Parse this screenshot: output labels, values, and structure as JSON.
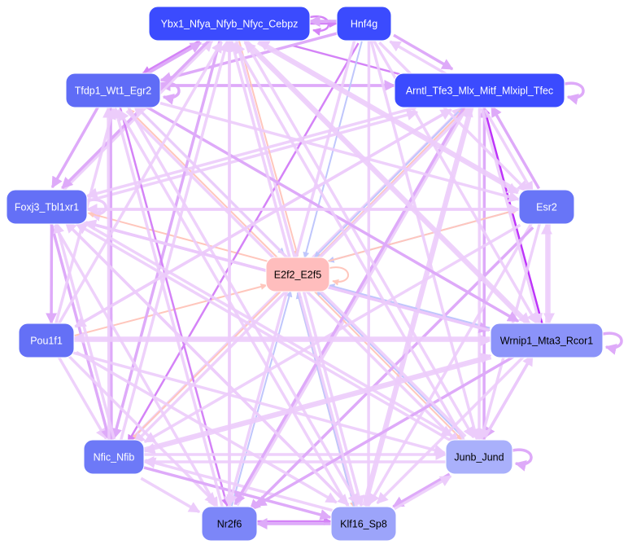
{
  "colors": {
    "l": "#ecccfb",
    "m": "#deaaf9",
    "s": "#d483f7",
    "x": "#bd33fa",
    "p": "#ffc6bc",
    "b": "#bfc6fc"
  },
  "nodes": [
    {
      "id": "ybx1",
      "label": "Ybx1_Nfya_Nfyb_Nfyc_Cebpz",
      "fill": "#3b4bfe",
      "text": "#ffffff"
    },
    {
      "id": "hnf4g",
      "label": "Hnf4g",
      "fill": "#3b4bfe",
      "text": "#ffffff"
    },
    {
      "id": "tfdp1",
      "label": "Tfdp1_Wt1_Egr2",
      "fill": "#5f6cf6",
      "text": "#ffffff"
    },
    {
      "id": "arntl",
      "label": "Arntl_Tfe3_Mlx_Mitf_Mlxipl_Tfec",
      "fill": "#3b4bfe",
      "text": "#ffffff"
    },
    {
      "id": "foxj3",
      "label": "Foxj3_Tbl1xr1",
      "fill": "#6470f6",
      "text": "#ffffff"
    },
    {
      "id": "esr2",
      "label": "Esr2",
      "fill": "#6875f7",
      "text": "#ffffff"
    },
    {
      "id": "e2f2",
      "label": "E2f2_E2f5",
      "fill": "#ffbdbd",
      "text": "#000000"
    },
    {
      "id": "pou1f1",
      "label": "Pou1f1",
      "fill": "#6470f6",
      "text": "#ffffff"
    },
    {
      "id": "wrnip1",
      "label": "Wrnip1_Mta3_Rcor1",
      "fill": "#8b93f9",
      "text": "#000000"
    },
    {
      "id": "nfic",
      "label": "Nfic_Nfib",
      "fill": "#6d79f7",
      "text": "#ffffff"
    },
    {
      "id": "junb",
      "label": "Junb_Jund",
      "fill": "#a9b0fb",
      "text": "#000000"
    },
    {
      "id": "nr2f6",
      "label": "Nr2f6",
      "fill": "#7c86f8",
      "text": "#000000"
    },
    {
      "id": "klf16",
      "label": "Klf16_Sp8",
      "fill": "#9ca4fa",
      "text": "#000000"
    }
  ],
  "edges": [
    [
      "ybx1",
      "ybx1",
      "s"
    ],
    [
      "tfdp1",
      "tfdp1",
      "m"
    ],
    [
      "arntl",
      "arntl",
      "m"
    ],
    [
      "foxj3",
      "foxj3",
      "l"
    ],
    [
      "e2f2",
      "e2f2",
      "p"
    ],
    [
      "wrnip1",
      "wrnip1",
      "m"
    ],
    [
      "junb",
      "junb",
      "m"
    ],
    [
      "ybx1",
      "hnf4g",
      "s"
    ],
    [
      "hnf4g",
      "ybx1",
      "m"
    ],
    [
      "ybx1",
      "arntl",
      "s"
    ],
    [
      "hnf4g",
      "arntl",
      "m"
    ],
    [
      "arntl",
      "hnf4g",
      "l"
    ],
    [
      "ybx1",
      "tfdp1",
      "s"
    ],
    [
      "tfdp1",
      "ybx1",
      "m"
    ],
    [
      "arntl",
      "tfdp1",
      "m"
    ],
    [
      "tfdp1",
      "arntl",
      "m"
    ],
    [
      "hnf4g",
      "tfdp1",
      "m"
    ],
    [
      "wrnip1",
      "arntl",
      "x"
    ],
    [
      "esr2",
      "arntl",
      "m"
    ],
    [
      "junb",
      "arntl",
      "m"
    ],
    [
      "klf16",
      "arntl",
      "l"
    ],
    [
      "nr2f6",
      "arntl",
      "l"
    ],
    [
      "nfic",
      "arntl",
      "l"
    ],
    [
      "pou1f1",
      "arntl",
      "l"
    ],
    [
      "foxj3",
      "arntl",
      "l"
    ],
    [
      "ybx1",
      "e2f2",
      "p"
    ],
    [
      "hnf4g",
      "e2f2",
      "b"
    ],
    [
      "arntl",
      "e2f2",
      "b"
    ],
    [
      "e2f2",
      "arntl",
      "p"
    ],
    [
      "esr2",
      "e2f2",
      "b"
    ],
    [
      "e2f2",
      "esr2",
      "p"
    ],
    [
      "wrnip1",
      "e2f2",
      "b"
    ],
    [
      "e2f2",
      "junb",
      "p"
    ],
    [
      "junb",
      "e2f2",
      "b"
    ],
    [
      "e2f2",
      "klf16",
      "p"
    ],
    [
      "klf16",
      "e2f2",
      "b"
    ],
    [
      "nr2f6",
      "e2f2",
      "b"
    ],
    [
      "e2f2",
      "nfic",
      "p"
    ],
    [
      "pou1f1",
      "e2f2",
      "p"
    ],
    [
      "e2f2",
      "foxj3",
      "p"
    ],
    [
      "tfdp1",
      "e2f2",
      "b"
    ],
    [
      "e2f2",
      "tfdp1",
      "p"
    ],
    [
      "foxj3",
      "ybx1",
      "l"
    ],
    [
      "ybx1",
      "foxj3",
      "m"
    ],
    [
      "tfdp1",
      "foxj3",
      "m"
    ],
    [
      "foxj3",
      "pou1f1",
      "m"
    ],
    [
      "pou1f1",
      "nfic",
      "l"
    ],
    [
      "foxj3",
      "nfic",
      "m"
    ],
    [
      "tfdp1",
      "nfic",
      "m"
    ],
    [
      "ybx1",
      "nfic",
      "m"
    ],
    [
      "hnf4g",
      "nfic",
      "s"
    ],
    [
      "tfdp1",
      "nr2f6",
      "s"
    ],
    [
      "ybx1",
      "nr2f6",
      "l"
    ],
    [
      "foxj3",
      "nr2f6",
      "l"
    ],
    [
      "nfic",
      "nr2f6",
      "l"
    ],
    [
      "pou1f1",
      "nr2f6",
      "l"
    ],
    [
      "nr2f6",
      "klf16",
      "s"
    ],
    [
      "klf16",
      "nr2f6",
      "m"
    ],
    [
      "nfic",
      "klf16",
      "m"
    ],
    [
      "klf16",
      "nfic",
      "l"
    ],
    [
      "junb",
      "nfic",
      "l"
    ],
    [
      "nfic",
      "junb",
      "l"
    ],
    [
      "junb",
      "klf16",
      "m"
    ],
    [
      "klf16",
      "junb",
      "l"
    ],
    [
      "wrnip1",
      "junb",
      "m"
    ],
    [
      "junb",
      "wrnip1",
      "l"
    ],
    [
      "esr2",
      "wrnip1",
      "l"
    ],
    [
      "wrnip1",
      "esr2",
      "l"
    ],
    [
      "esr2",
      "junb",
      "l"
    ],
    [
      "esr2",
      "klf16",
      "l"
    ],
    [
      "esr2",
      "nr2f6",
      "m"
    ],
    [
      "esr2",
      "nfic",
      "l"
    ],
    [
      "arntl",
      "junb",
      "l"
    ],
    [
      "arntl",
      "klf16",
      "l"
    ],
    [
      "arntl",
      "nr2f6",
      "m"
    ],
    [
      "arntl",
      "nfic",
      "l"
    ],
    [
      "arntl",
      "pou1f1",
      "l"
    ],
    [
      "arntl",
      "foxj3",
      "l"
    ],
    [
      "arntl",
      "wrnip1",
      "l"
    ],
    [
      "arntl",
      "esr2",
      "l"
    ],
    [
      "hnf4g",
      "klf16",
      "l"
    ],
    [
      "hnf4g",
      "junb",
      "l"
    ],
    [
      "hnf4g",
      "wrnip1",
      "l"
    ],
    [
      "hnf4g",
      "esr2",
      "l"
    ],
    [
      "hnf4g",
      "nr2f6",
      "l"
    ],
    [
      "ybx1",
      "junb",
      "l"
    ],
    [
      "ybx1",
      "klf16",
      "l"
    ],
    [
      "ybx1",
      "wrnip1",
      "l"
    ],
    [
      "ybx1",
      "esr2",
      "l"
    ],
    [
      "tfdp1",
      "junb",
      "l"
    ],
    [
      "tfdp1",
      "klf16",
      "l"
    ],
    [
      "tfdp1",
      "wrnip1",
      "m"
    ],
    [
      "tfdp1",
      "esr2",
      "l"
    ],
    [
      "foxj3",
      "esr2",
      "l"
    ],
    [
      "foxj3",
      "wrnip1",
      "m"
    ],
    [
      "foxj3",
      "junb",
      "l"
    ],
    [
      "foxj3",
      "klf16",
      "l"
    ],
    [
      "pou1f1",
      "wrnip1",
      "l"
    ],
    [
      "wrnip1",
      "pou1f1",
      "l"
    ],
    [
      "pou1f1",
      "junb",
      "l"
    ],
    [
      "pou1f1",
      "klf16",
      "l"
    ],
    [
      "wrnip1",
      "nfic",
      "l"
    ],
    [
      "nfic",
      "wrnip1",
      "l"
    ],
    [
      "wrnip1",
      "nr2f6",
      "m"
    ],
    [
      "wrnip1",
      "klf16",
      "l"
    ],
    [
      "junb",
      "ybx1",
      "l"
    ],
    [
      "klf16",
      "ybx1",
      "l"
    ],
    [
      "nr2f6",
      "ybx1",
      "l"
    ],
    [
      "nfic",
      "ybx1",
      "l"
    ],
    [
      "junb",
      "tfdp1",
      "l"
    ],
    [
      "klf16",
      "tfdp1",
      "l"
    ],
    [
      "wrnip1",
      "ybx1",
      "l"
    ],
    [
      "esr2",
      "ybx1",
      "l"
    ],
    [
      "pou1f1",
      "ybx1",
      "l"
    ],
    [
      "pou1f1",
      "tfdp1",
      "l"
    ],
    [
      "nfic",
      "tfdp1",
      "l"
    ],
    [
      "nr2f6",
      "tfdp1",
      "l"
    ],
    [
      "junb",
      "foxj3",
      "l"
    ],
    [
      "klf16",
      "foxj3",
      "l"
    ],
    [
      "nfic",
      "foxj3",
      "l"
    ],
    [
      "wrnip1",
      "foxj3",
      "l"
    ],
    [
      "esr2",
      "foxj3",
      "l"
    ]
  ]
}
